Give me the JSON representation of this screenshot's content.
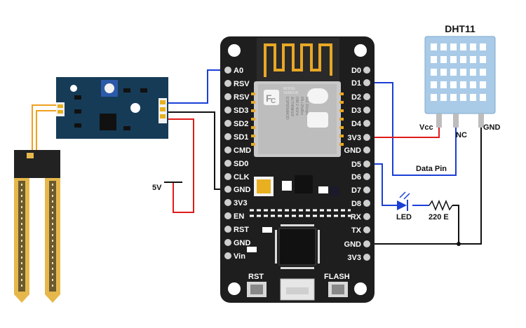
{
  "board": {
    "left_pins": [
      "A0",
      "RSV",
      "RSV",
      "SD3",
      "SD2",
      "SD1",
      "CMD",
      "SD0",
      "CLK",
      "GND",
      "3V3",
      "EN",
      "RST",
      "GND",
      "Vin"
    ],
    "right_pins": [
      "D0",
      "D1",
      "D2",
      "D3",
      "D4",
      "3V3",
      "GND",
      "D5",
      "D6",
      "D7",
      "D8",
      "RX",
      "TX",
      "GND",
      "3V3"
    ],
    "rst_button": "RST",
    "flash_button": "FLASH",
    "module_text": [
      "MODEL",
      "VENDOR",
      "ESP8266MOD",
      "AI-THINKER",
      "ISM 2.4GHz",
      "PA +25dBm",
      "802.11b/g/n"
    ]
  },
  "dht11": {
    "title": "DHT11",
    "pins": {
      "vcc": "Vcc",
      "nc": "NC",
      "gnd": "GND"
    },
    "data_pin": "Data Pin"
  },
  "labels": {
    "supply": "5V",
    "led": "LED",
    "resistor": "220 E"
  },
  "colors": {
    "board": "#1e1e1e",
    "wire_blue": "#1a3fd6",
    "wire_black": "#111111",
    "wire_red": "#e01b1b",
    "module_board": "#163b57",
    "probe_gold": "#e6b84c",
    "dht_body": "#a9cbe8"
  }
}
